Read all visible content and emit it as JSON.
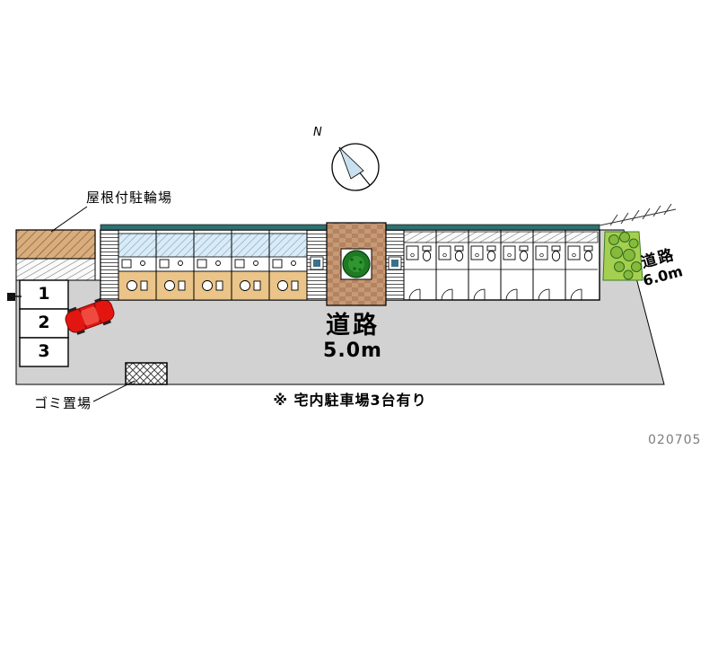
{
  "labels": {
    "covered_bicycle_parking": "屋根付駐輪場",
    "garbage_area": "ゴミ置場",
    "road_bottom_name": "道路",
    "road_bottom_width": "5.0m",
    "road_right_name": "道路",
    "road_right_width": "6.0m",
    "note": "※ 宅内駐車場3台有り",
    "plan_number": "020705",
    "compass_mark": "N"
  },
  "parking_spaces": [
    "1",
    "2",
    "3"
  ],
  "colors": {
    "road_gray": "#d2d2d2",
    "balcony_blue": "#d9ebf6",
    "balcony_hatch": "#6b94b5",
    "floor_tan": "#eac488",
    "bike_parking_tan": "#d8ae7e",
    "brick_light": "#c69a76",
    "brick_dark": "#b5835f",
    "tree_green": "#1e7a23",
    "shrub_green": "#86b93c",
    "grass_green": "#a5cf4f",
    "car_red": "#e31511",
    "roof_teal": "#2f7070"
  }
}
